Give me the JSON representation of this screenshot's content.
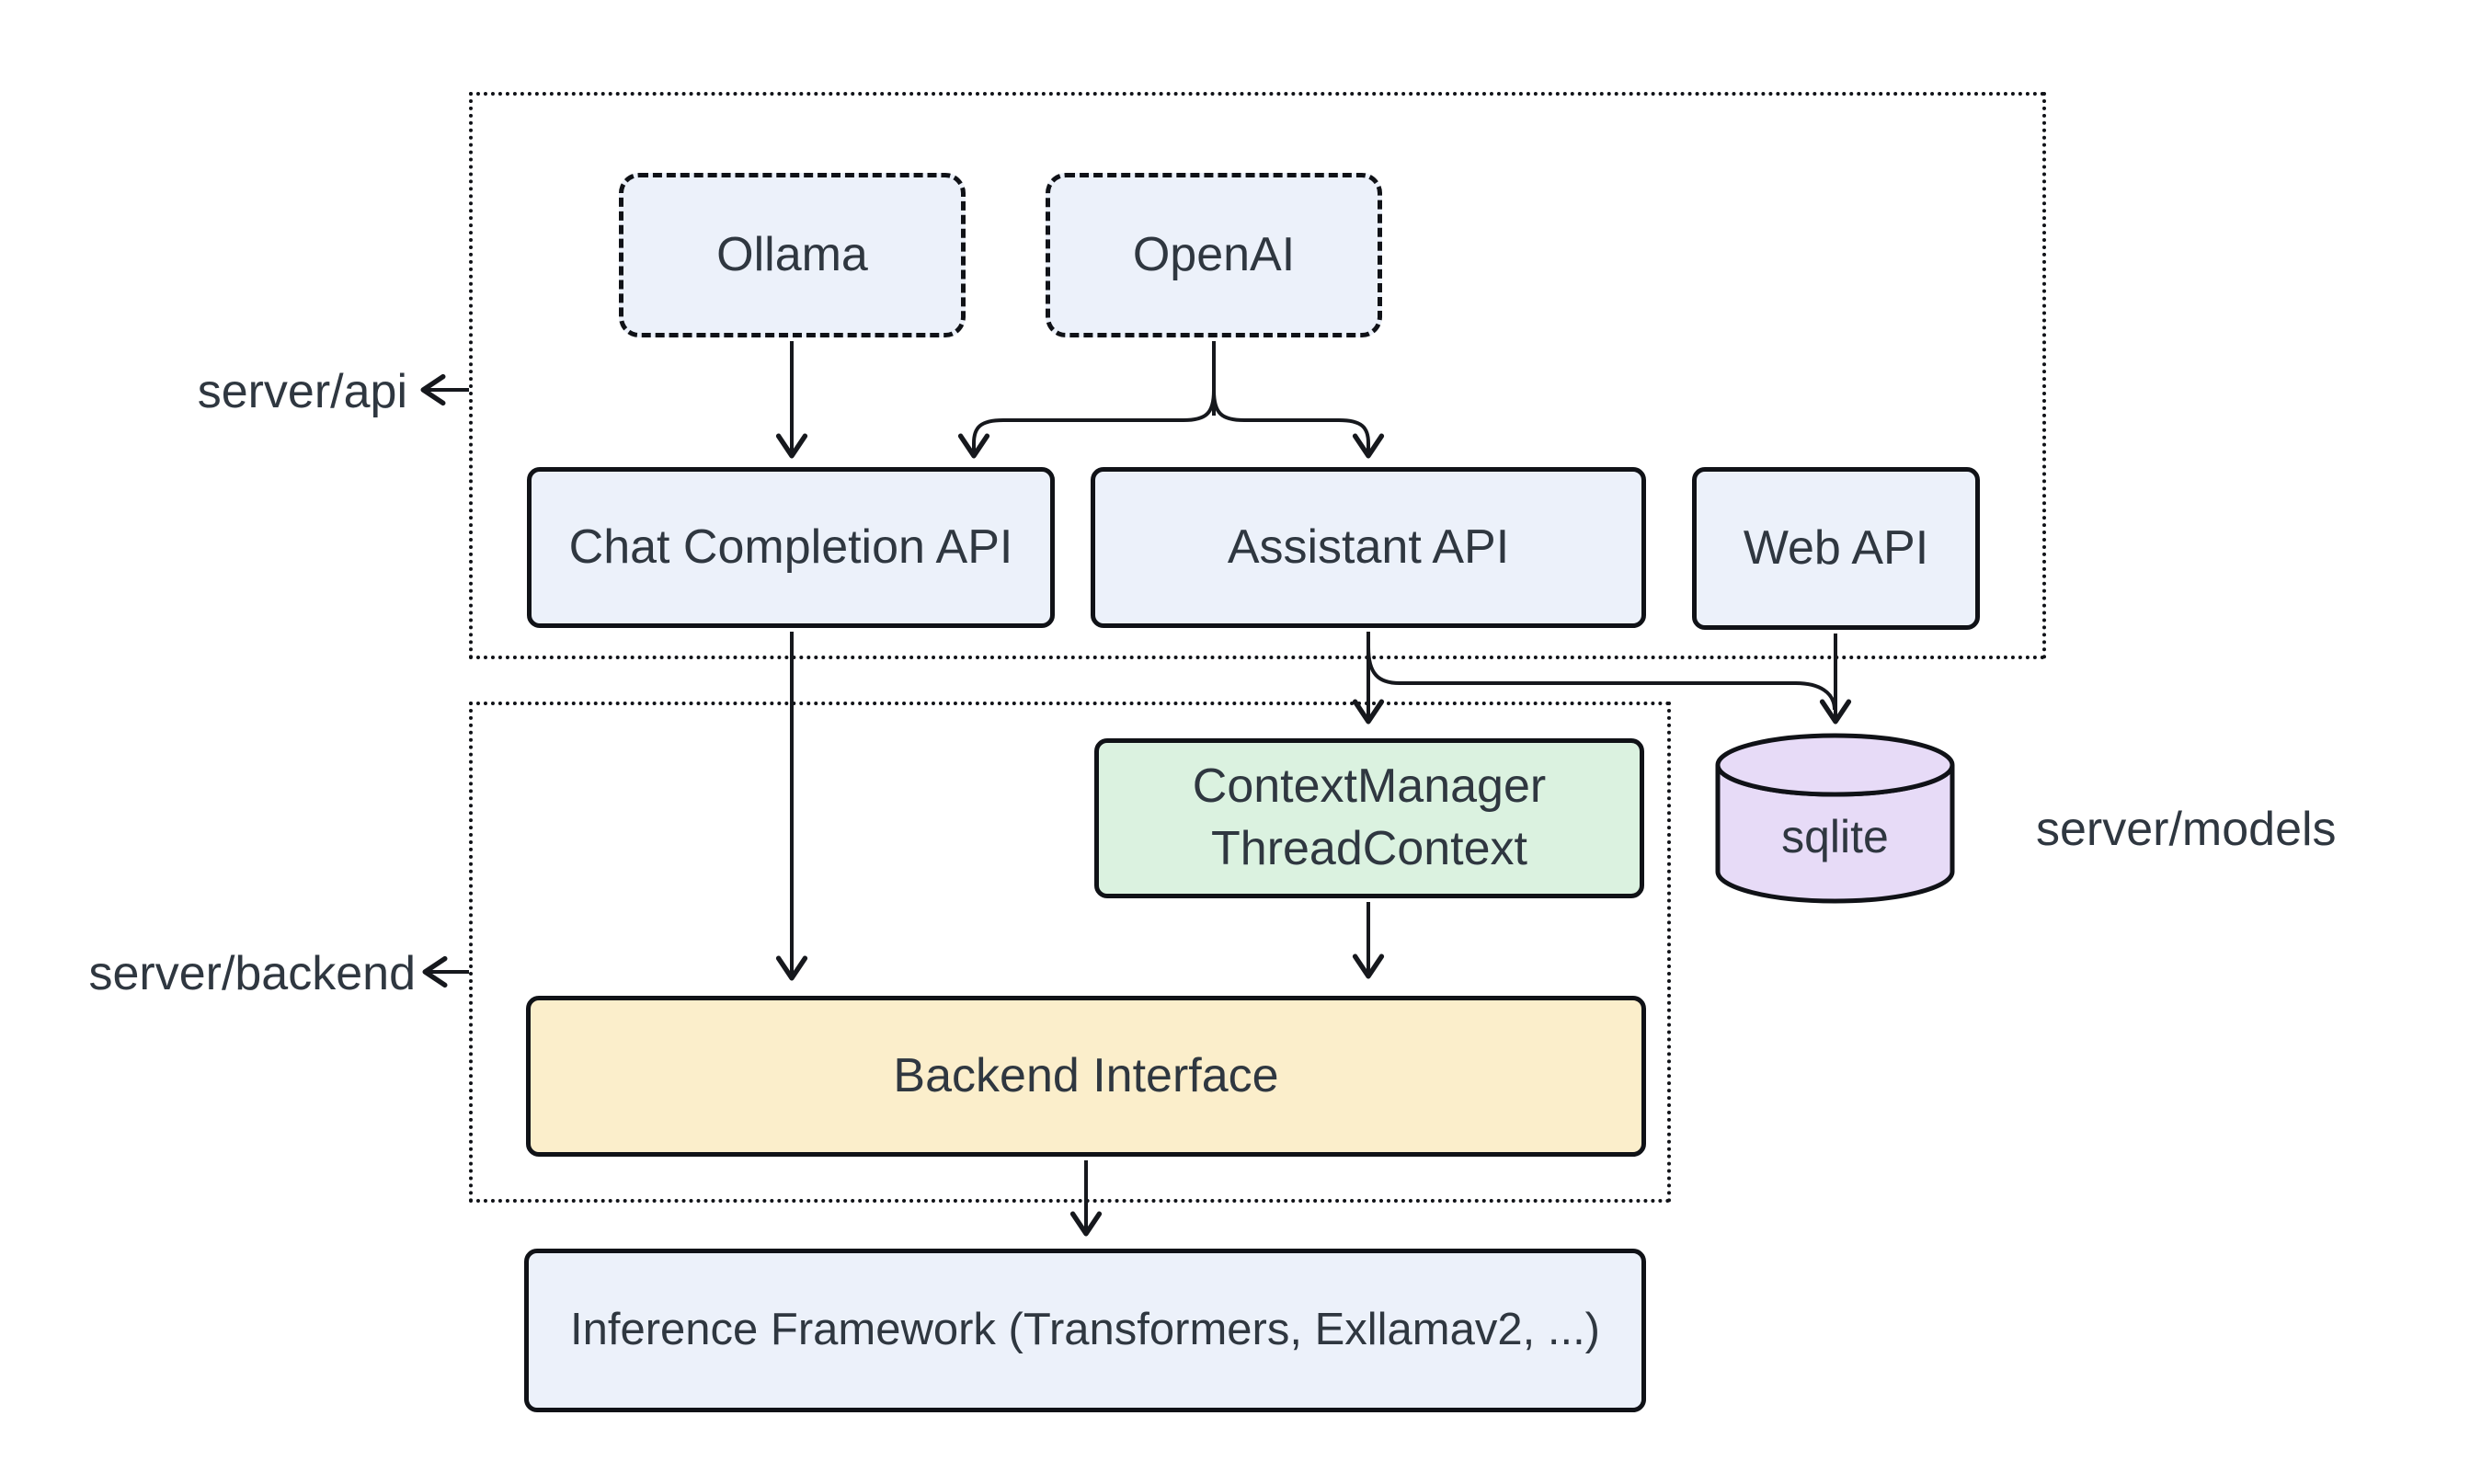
{
  "palette": {
    "node_blue": "#ECF1FA",
    "node_green": "#DBF2E0",
    "node_yellow": "#FBEECB",
    "node_purple": "#E7DBF7",
    "border": "#101217",
    "edge": "#16181D",
    "text": "#2F3740",
    "background": "#FFFFFF"
  },
  "containers": {
    "api": {
      "label": "server/api"
    },
    "backend": {
      "label": "server/backend"
    }
  },
  "external_labels": {
    "models": {
      "label": "server/models"
    }
  },
  "nodes": {
    "ollama": {
      "label": "Ollama"
    },
    "openai": {
      "label": "OpenAI"
    },
    "chat_completion": {
      "label": "Chat Completion API"
    },
    "assistant": {
      "label": "Assistant API"
    },
    "web_api": {
      "label": "Web API"
    },
    "context_manager": {
      "line1": "ContextManager",
      "line2": "ThreadContext"
    },
    "sqlite": {
      "label": "sqlite"
    },
    "backend_interface": {
      "label": "Backend Interface"
    },
    "inference": {
      "label": "Inference Framework (Transformers, Exllamav2, ...)"
    }
  },
  "edges": [
    {
      "from": "Ollama",
      "to": "Chat Completion API"
    },
    {
      "from": "OpenAI",
      "to": "Chat Completion API"
    },
    {
      "from": "OpenAI",
      "to": "Assistant API"
    },
    {
      "from": "Chat Completion API",
      "to": "Backend Interface"
    },
    {
      "from": "Assistant API",
      "to": "ContextManager ThreadContext"
    },
    {
      "from": "Assistant API",
      "to": "sqlite"
    },
    {
      "from": "Web API",
      "to": "sqlite"
    },
    {
      "from": "ContextManager ThreadContext",
      "to": "Backend Interface"
    },
    {
      "from": "Backend Interface",
      "to": "Inference Framework (Transformers, Exllamav2, ...)"
    }
  ]
}
